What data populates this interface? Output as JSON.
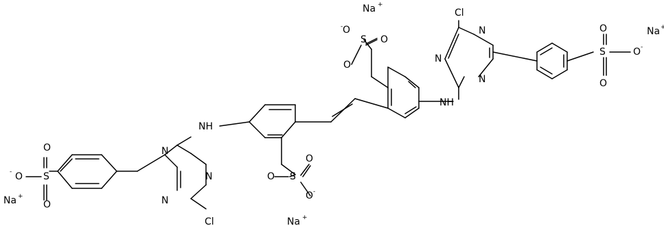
{
  "molecule": {
    "labels": {
      "na1": "Na",
      "na1_charge": "+",
      "na2": "Na",
      "na2_charge": "+",
      "na3": "Na",
      "na3_charge": "+",
      "na4": "Na",
      "na4_charge": "+",
      "cl_top": "Cl",
      "cl_bottom": "Cl",
      "nh_right": "NH",
      "nh_left": "NH",
      "tr_n1": "N",
      "tr_n2": "N",
      "tr_n3": "N",
      "tl_n1": "N",
      "tl_n2": "N",
      "tl_n3": "N",
      "s1": "S",
      "s1_o_minus": "O",
      "s1_o_minus_charge": "-",
      "s1_o2": "O",
      "s1_o3": "O",
      "s2": "S",
      "s2_o_minus": "O",
      "s2_o_minus_charge": "-",
      "s2_o2": "O",
      "s2_o3": "O",
      "s3": "S",
      "s3_o_minus": "O",
      "s3_o_minus_charge": "-",
      "s3_o2": "O",
      "s3_o3": "O",
      "s4": "S",
      "s4_o_minus": "O",
      "s4_o_minus_charge": "-",
      "s4_o2": "O",
      "s4_o3": "O"
    }
  }
}
